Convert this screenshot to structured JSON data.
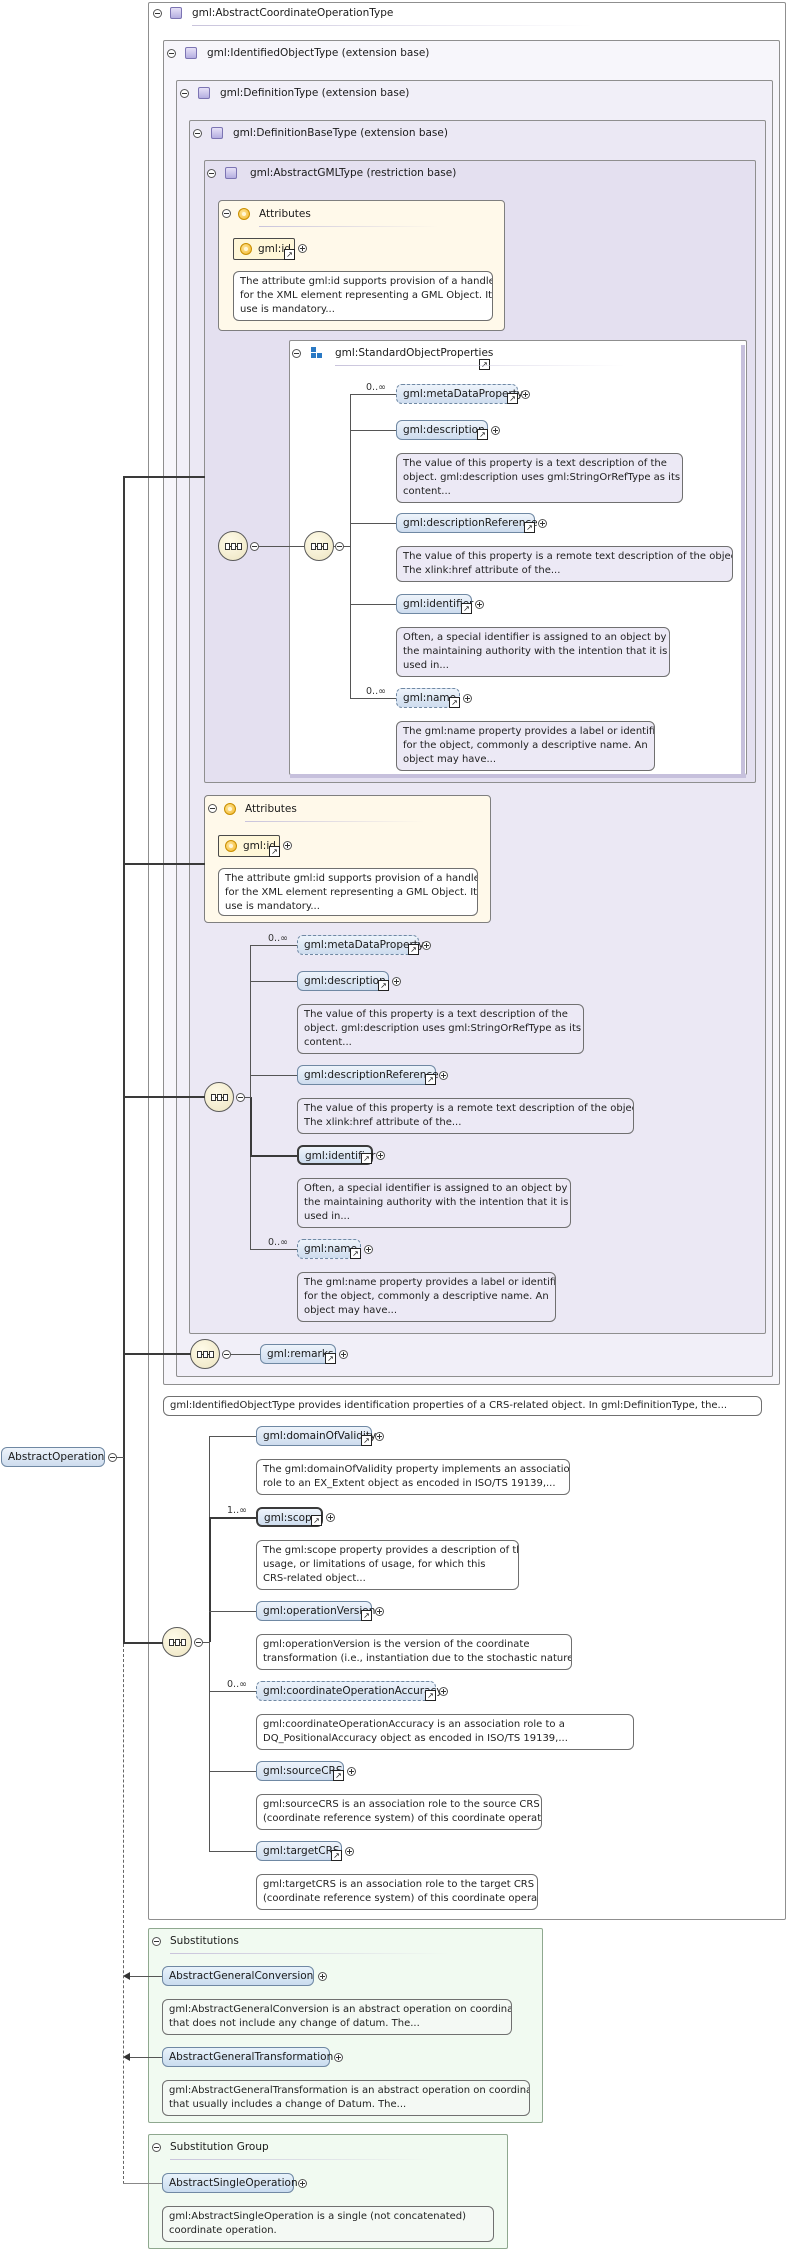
{
  "root": {
    "label": "AbstractOperation"
  },
  "panes": {
    "abstract_coordinate_operation_type": "gml:AbstractCoordinateOperationType",
    "identified_object_type": "gml:IdentifiedObjectType (extension base)",
    "definition_type": "gml:DefinitionType (extension base)",
    "definition_base_type": "gml:DefinitionBaseType (extension base)",
    "abstract_gml_type": "gml:AbstractGMLType (restriction base)",
    "standard_object_properties": "gml:StandardObjectProperties",
    "attributes_label": "Attributes",
    "substitutions": "Substitutions",
    "substitution_group": "Substitution Group"
  },
  "attributes": {
    "id_label": "gml:id",
    "id_doc": [
      "The attribute gml:id supports provision of a handle",
      "for the XML element representing a GML Object. Its",
      "use is mandatory..."
    ]
  },
  "standard_props": [
    {
      "label": "gml:metaDataProperty",
      "occurs": "0..∞",
      "doc": []
    },
    {
      "label": "gml:description",
      "occurs": "",
      "doc": [
        "The value of this property is a text description of the",
        "object. gml:description uses gml:StringOrRefType as its",
        "content..."
      ]
    },
    {
      "label": "gml:descriptionReference",
      "occurs": "",
      "doc": [
        "The value of this property is a remote text description of the object.",
        "The xlink:href attribute of the..."
      ]
    },
    {
      "label": "gml:identifier",
      "occurs": "",
      "doc": [
        "Often, a special identifier is assigned to an object by",
        "the maintaining authority with the intention that it is",
        "used in..."
      ]
    },
    {
      "label": "gml:name",
      "occurs": "0..∞",
      "doc": [
        "The gml:name property provides a label or identifier",
        "for the object, commonly a descriptive name. An",
        "object may have..."
      ]
    }
  ],
  "remarks": {
    "label": "gml:remarks"
  },
  "identified_doc": "gml:IdentifiedObjectType provides identification properties of a CRS-related object. In gml:DefinitionType, the...",
  "operation_props": [
    {
      "label": "gml:domainOfValidity",
      "occurs": "",
      "doc": [
        "The gml:domainOfValidity property implements an association",
        "role to an EX_Extent object as encoded in ISO/TS 19139,..."
      ]
    },
    {
      "label": "gml:scope",
      "occurs": "1..∞",
      "doc": [
        "The gml:scope property provides a description of the",
        "usage, or limitations of usage, for which this",
        "CRS-related object..."
      ]
    },
    {
      "label": "gml:operationVersion",
      "occurs": "",
      "doc": [
        "gml:operationVersion is the version of the coordinate",
        "transformation (i.e., instantiation due to the stochastic nature..."
      ]
    },
    {
      "label": "gml:coordinateOperationAccuracy",
      "occurs": "0..∞",
      "doc": [
        "gml:coordinateOperationAccuracy is an association role to a",
        "DQ_PositionalAccuracy object as encoded in ISO/TS 19139,..."
      ]
    },
    {
      "label": "gml:sourceCRS",
      "occurs": "",
      "doc": [
        "gml:sourceCRS is an association role to the source CRS",
        "(coordinate reference system) of this coordinate operation."
      ]
    },
    {
      "label": "gml:targetCRS",
      "occurs": "",
      "doc": [
        "gml:targetCRS is an association role to the target CRS",
        "(coordinate reference system) of this coordinate operation."
      ]
    }
  ],
  "substitutions": [
    {
      "label": "AbstractGeneralConversion",
      "doc": [
        "gml:AbstractGeneralConversion is an abstract operation on coordinates",
        "that does not include any change of datum. The..."
      ]
    },
    {
      "label": "AbstractGeneralTransformation",
      "doc": [
        "gml:AbstractGeneralTransformation is an abstract operation on coordinates",
        "that usually includes a change of Datum. The..."
      ]
    }
  ],
  "substitution_group": {
    "label": "AbstractSingleOperation",
    "doc": [
      "gml:AbstractSingleOperation is a single (not concatenated)",
      "coordinate operation."
    ]
  },
  "colors": {
    "element_fill": "#cddcee",
    "type_pane": "#e4e0f0",
    "attributes_pane": "#fff9ea",
    "substitution_pane": "#f1faf1"
  },
  "icons": [
    "collapse-icon",
    "expand-icon",
    "type-icon",
    "attribute-icon",
    "group-icon",
    "sequence-icon",
    "reference-arrow-icon"
  ]
}
